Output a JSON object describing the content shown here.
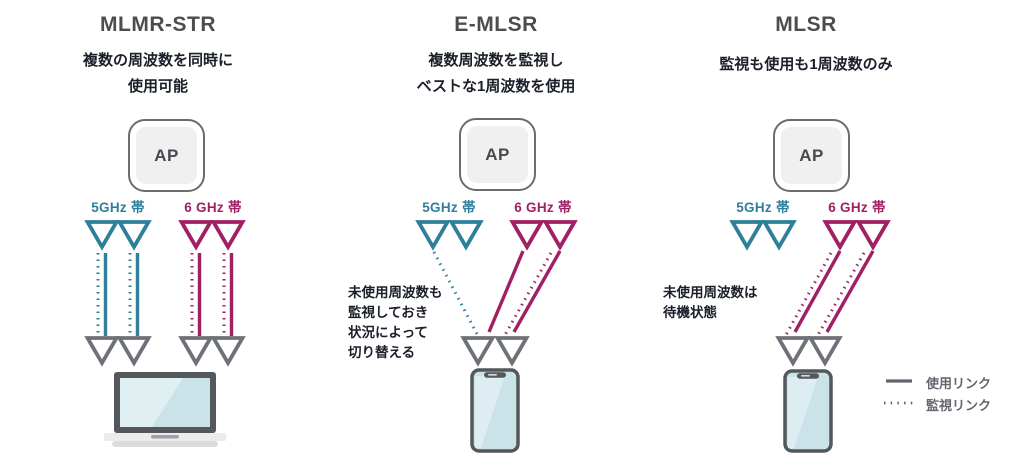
{
  "colors": {
    "teal": "#2E7F99",
    "magenta": "#A02063",
    "link_gray": "#6E7278",
    "title_gray": "#4D4D4D",
    "text_dark": "#1B1F2A",
    "device_frame": "#54575C",
    "device_screen": "#C9E3E9",
    "legend_gray": "#63666E",
    "ap_fill": "#F0F0F1",
    "ap_border": "#6A6D70"
  },
  "columns": [
    {
      "title": "MLMR-STR",
      "subtitle_lines": [
        "複数の周波数を同時に",
        "使用可能"
      ],
      "ap_label": "AP",
      "bands": {
        "five": "5GHz 帯",
        "six": "6 GHz 帯"
      },
      "note_lines": [],
      "device": "laptop",
      "links_summary": "2 links on 5GHz and 2 links on 6GHz, each link has a solid use line and a dotted monitor line, all active simultaneously"
    },
    {
      "title": "E-MLSR",
      "subtitle_lines": [
        "複数周波数を監視し",
        "ベストな1周波数を使用"
      ],
      "ap_label": "AP",
      "bands": {
        "five": "5GHz 帯",
        "six": "6 GHz 帯"
      },
      "note_lines": [
        "未使用周波数も",
        "監視しておき",
        "状況によって",
        "切り替える"
      ],
      "device": "smartphone",
      "links_summary": "one dotted 5GHz monitor link, one solid 6GHz use link, and one 6GHz link with solid use + dotted monitor lines"
    },
    {
      "title": "MLSR",
      "subtitle_lines": [
        "監視も使用も1周波数のみ"
      ],
      "ap_label": "AP",
      "bands": {
        "five": "5GHz 帯",
        "six": "6 GHz 帯"
      },
      "note_lines": [
        "未使用周波数は",
        "待機状態"
      ],
      "device": "smartphone",
      "links_summary": "5GHz antennas idle with no links; two 6GHz links each with solid use + dotted monitor lines"
    }
  ],
  "legend": {
    "items": [
      {
        "line_style": "solid",
        "label": "使用リンク"
      },
      {
        "line_style": "dotted",
        "label": "監視リンク"
      }
    ]
  }
}
